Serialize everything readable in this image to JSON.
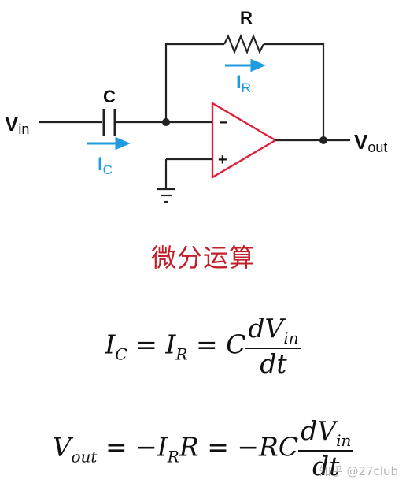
{
  "labels": {
    "r": "R",
    "c": "C",
    "vin_main": "V",
    "vin_sub": "in",
    "vout_main": "V",
    "vout_sub": "out",
    "ir_main": "I",
    "ir_sub": "R",
    "ic_main": "I",
    "ic_sub": "C",
    "minus": "−",
    "plus": "+"
  },
  "title": "微分运算",
  "equations": {
    "eq1": {
      "lhs1": "I",
      "lhs1_sub": "C",
      "eq_a": " = ",
      "lhs2": "I",
      "lhs2_sub": "R",
      "eq_b": " = ",
      "coef": "C",
      "num": "dV",
      "num_sub": "in",
      "den": "dt"
    },
    "eq2": {
      "v": "V",
      "v_sub": "out",
      "eq_a": " = −",
      "i": "I",
      "i_sub": "R",
      "r": "R",
      "eq_b": " = −",
      "coef": "RC",
      "num": "dV",
      "num_sub": "in",
      "den": "dt"
    }
  },
  "watermark": "知乎 @27club",
  "colors": {
    "opamp": "#e0203a",
    "current_arrow": "#1f9be0",
    "title": "#c0202a",
    "wire": "#222222"
  }
}
